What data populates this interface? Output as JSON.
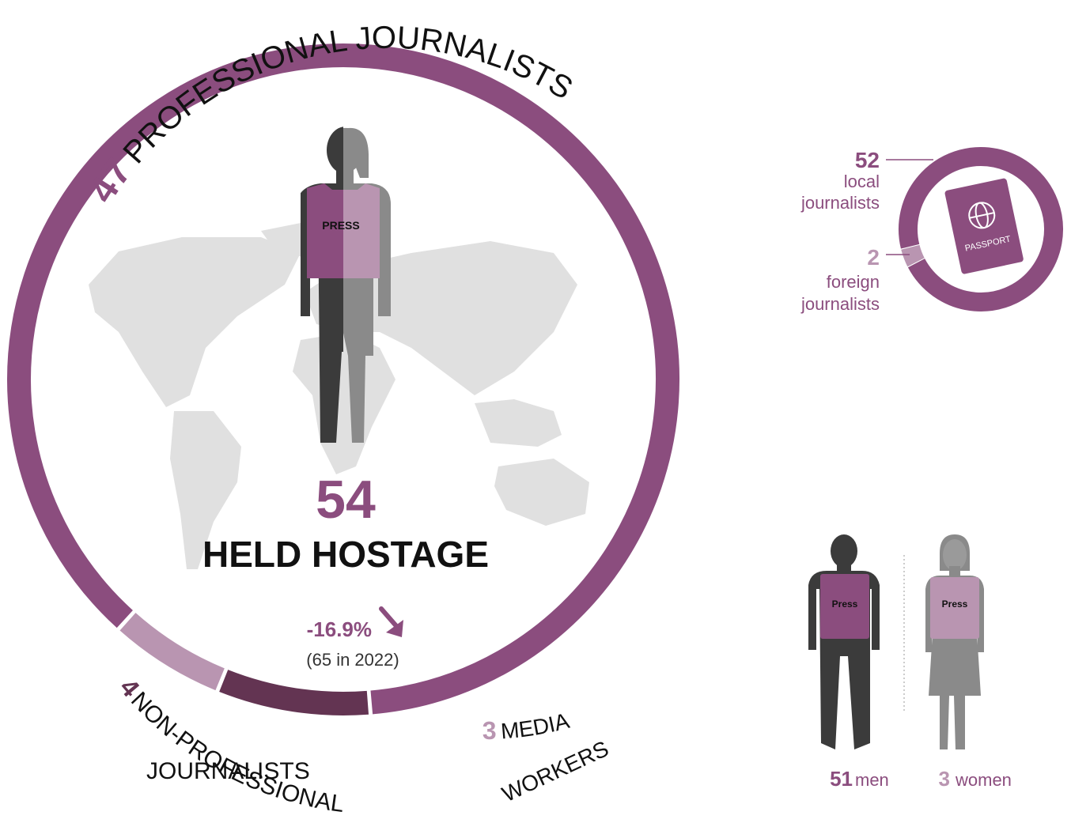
{
  "colors": {
    "professional": "#8b4d7e",
    "non_professional": "#633452",
    "media_workers": "#b995b1",
    "map": "#e0e0e0",
    "dark_figure": "#3b3b3b",
    "light_figure": "#8a8a8a",
    "text_dark": "#111111",
    "text_grey": "#333333"
  },
  "icons": {
    "map": "world-map-icon",
    "hostage_figure": "press-vest-figure-icon",
    "passport": "passport-icon",
    "man": "man-press-figure-icon",
    "woman": "woman-press-figure-icon",
    "trend": "arrow-down-right-icon"
  },
  "main": {
    "total": "54",
    "title": "HELD HOSTAGE",
    "change": "-16.9%",
    "previous": "(65 in 2022)",
    "vest_text": "PRESS"
  },
  "ring_labels": {
    "professional": {
      "count": "47",
      "text": "PROFESSIONAL JOURNALISTS"
    },
    "non_professional": {
      "count": "4",
      "line1": "NON-PROFESSIONAL",
      "line2": "JOURNALISTS"
    },
    "media_workers": {
      "count": "3",
      "line1": "MEDIA",
      "line2": "WORKERS"
    }
  },
  "origin": {
    "local_count": "52",
    "local_line1": "local",
    "local_line2": "journalists",
    "foreign_count": "2",
    "foreign_line1": "foreign",
    "foreign_line2": "journalists",
    "passport_text": "PASSPORT"
  },
  "gender": {
    "men_count": "51",
    "men_label": "men",
    "women_count": "3",
    "women_label": "women",
    "vest_text": "Press"
  },
  "chart_data": [
    {
      "type": "pie",
      "categories": [
        "PROFESSIONAL JOURNALISTS",
        "NON-PROFESSIONAL JOURNALISTS",
        "MEDIA WORKERS"
      ],
      "values": [
        47,
        4,
        3
      ],
      "colors": [
        "#8b4d7e",
        "#633452",
        "#b995b1"
      ],
      "title": "HELD HOSTAGE",
      "total": 54,
      "change_percent": -16.9,
      "previous_total": 65,
      "previous_year": 2022
    },
    {
      "type": "pie",
      "categories": [
        "local journalists",
        "foreign journalists"
      ],
      "values": [
        52,
        2
      ],
      "colors": [
        "#8b4d7e",
        "#b995b1"
      ]
    },
    {
      "type": "bar",
      "categories": [
        "men",
        "women"
      ],
      "values": [
        51,
        3
      ]
    }
  ]
}
